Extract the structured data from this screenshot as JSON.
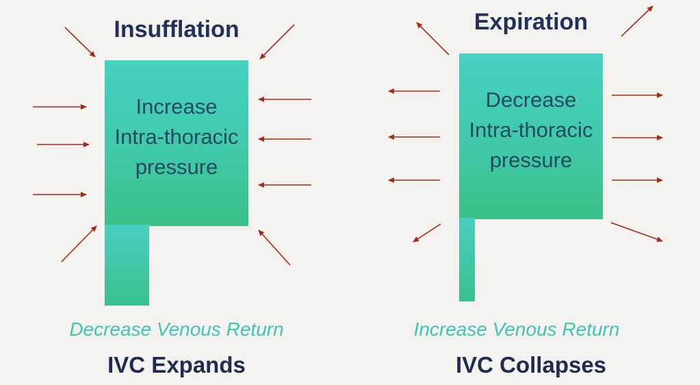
{
  "colors": {
    "arrow": "#a52a1a",
    "title": "#23305b",
    "accent_text": "#3fc6b2",
    "box": "#40c9a8"
  },
  "left": {
    "title": "Insufflation",
    "box_text": [
      "Increase",
      "Intra-thoracic",
      "pressure"
    ],
    "return_text": "Decrease Venous Return",
    "ivc_text": "IVC Expands"
  },
  "right": {
    "title": "Expiration",
    "box_text": [
      "Decrease",
      "Intra-thoracic",
      "pressure"
    ],
    "return_text": "Increase Venous Return",
    "ivc_text": "IVC Collapses"
  }
}
